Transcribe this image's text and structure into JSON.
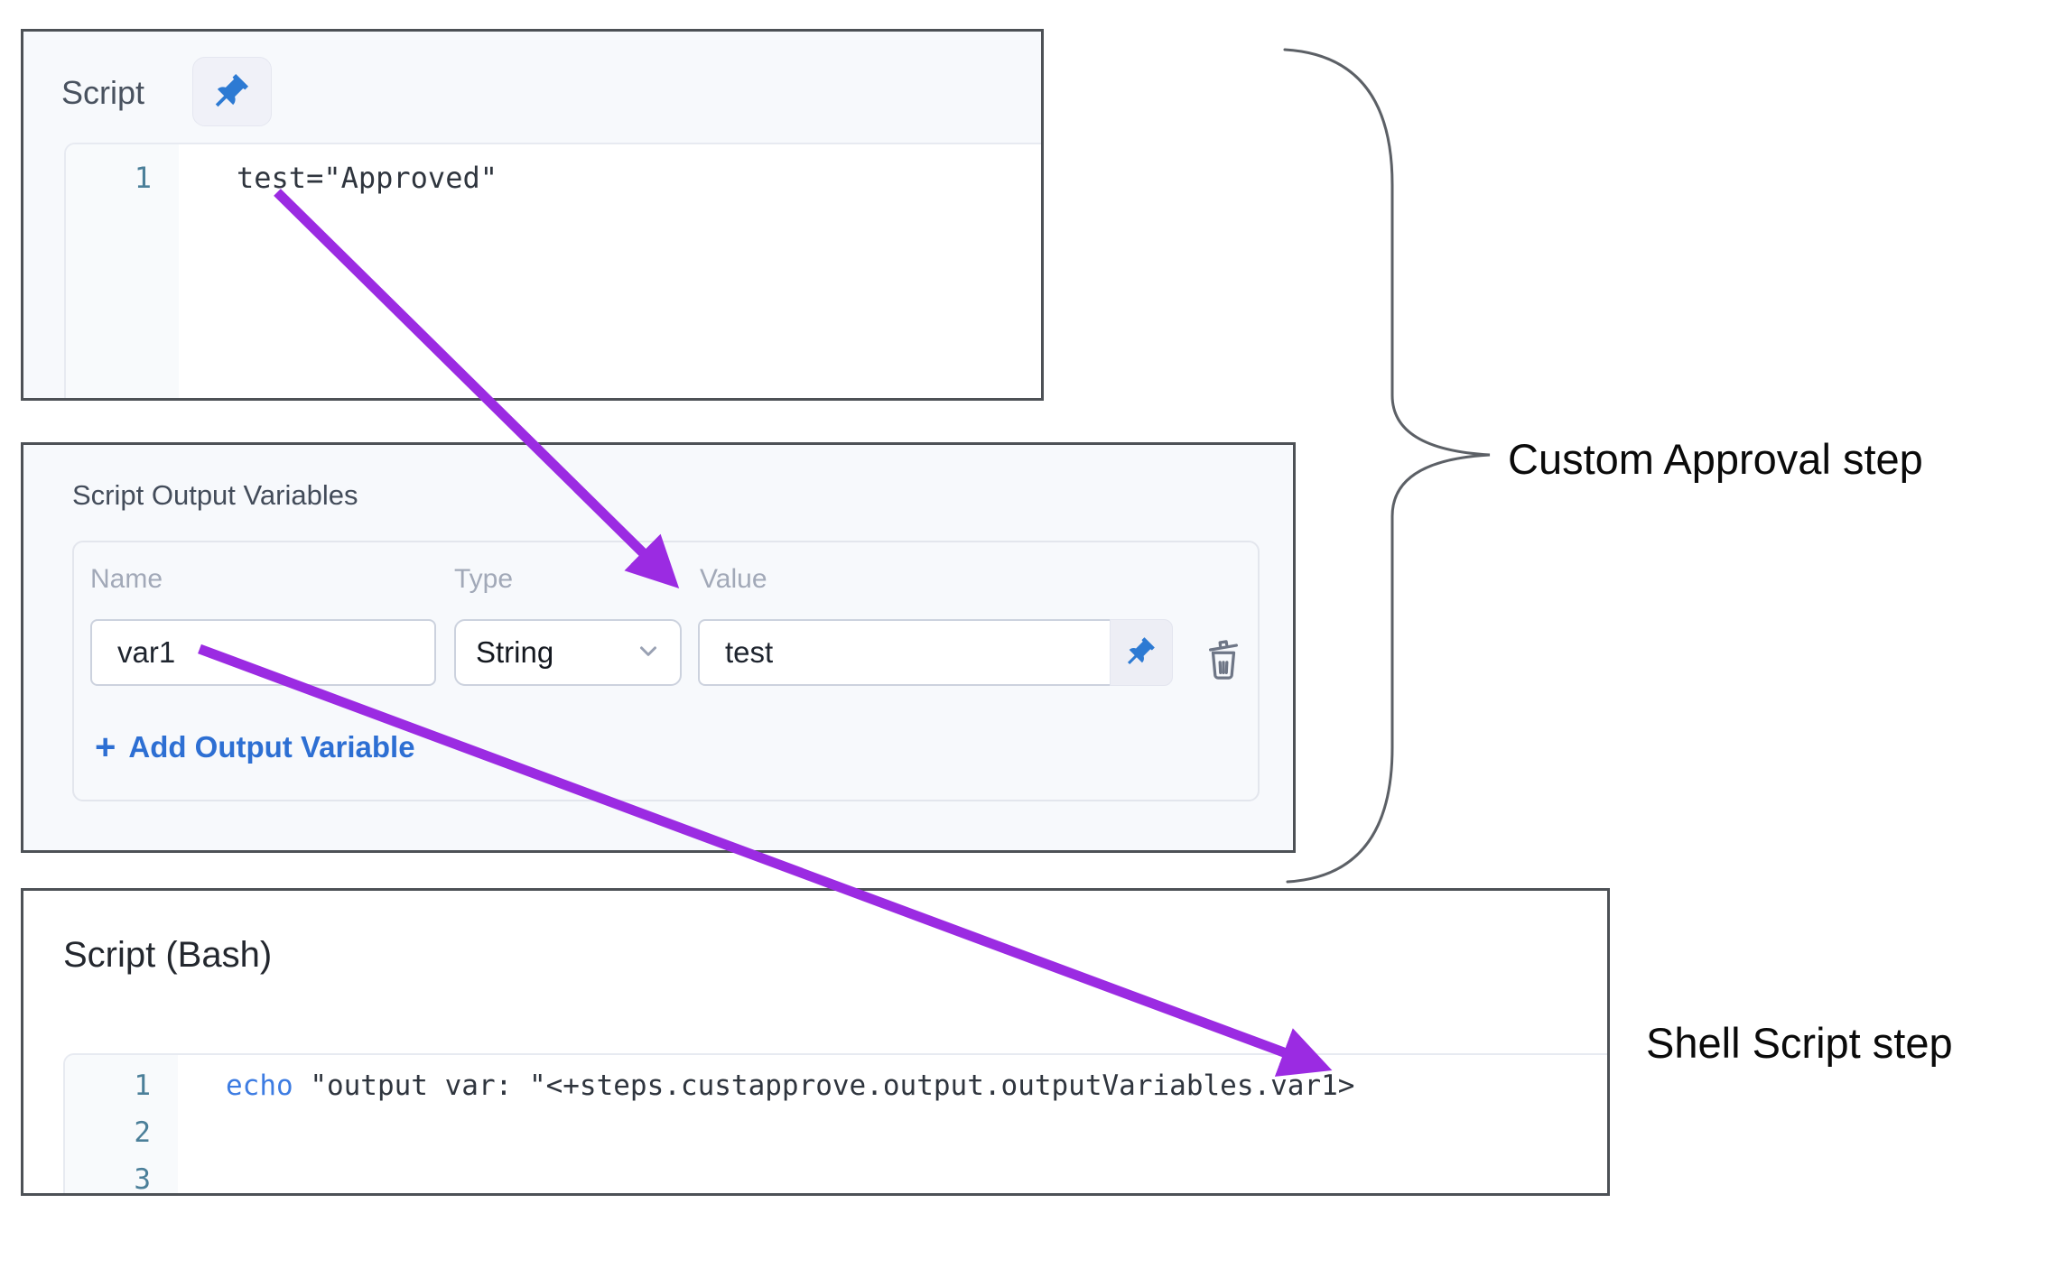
{
  "annotations": {
    "custom_approval": "Custom Approval step",
    "shell_script": "Shell Script step"
  },
  "script_panel": {
    "title": "Script",
    "code_lines": [
      {
        "number": "1",
        "text": "test=\"Approved\""
      }
    ]
  },
  "output_variables_panel": {
    "title": "Script Output Variables",
    "columns": {
      "name": "Name",
      "type": "Type",
      "value": "Value"
    },
    "row": {
      "name_value": "var1",
      "type_value": "String",
      "value_value": "test"
    },
    "add_plus": "+",
    "add_label": "Add Output Variable"
  },
  "bash_panel": {
    "title": "Script (Bash)",
    "code_lines": [
      {
        "number": "1",
        "keyword": "echo",
        "text": " \"output var: \"<+steps.custapprove.output.outputVariables.var1>"
      },
      {
        "number": "2",
        "text": ""
      },
      {
        "number": "3",
        "text": ""
      }
    ]
  },
  "colors": {
    "arrow_purple": "#9b2be2",
    "pin_blue": "#2d7ad3",
    "link_blue": "#2d6fd3",
    "keyword_blue": "#3d7ce2",
    "line_number_teal": "#4b7f99",
    "panel_border": "#4d5156"
  }
}
